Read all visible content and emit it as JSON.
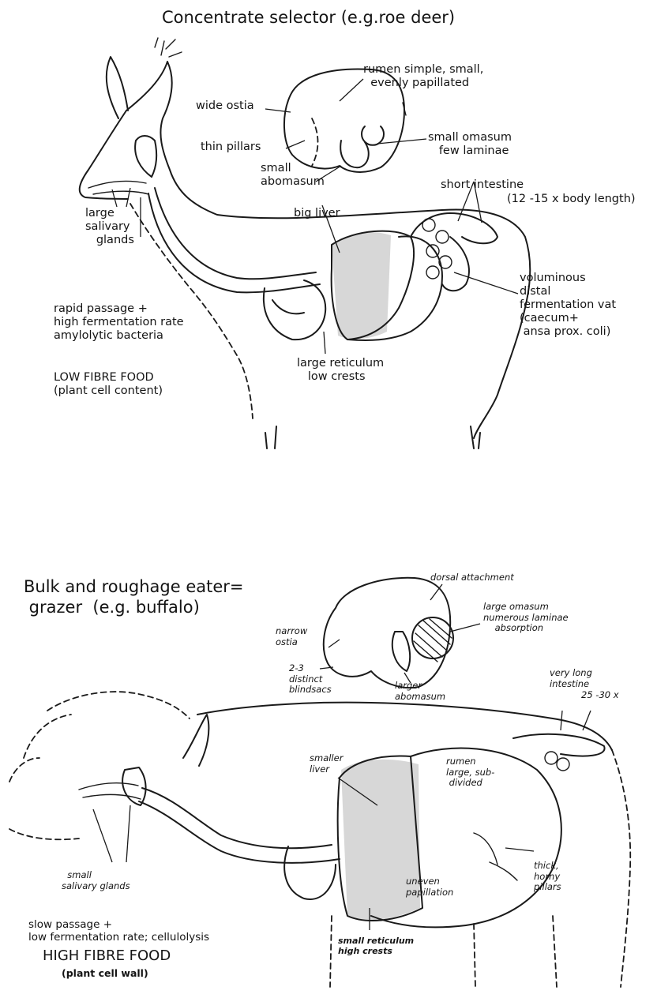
{
  "colors": {
    "ink": "#1a1a1a",
    "paper": "#ffffff",
    "stipple": "#c9c9c9"
  },
  "top": {
    "title": "Concentrate selector (e.g.roe deer)",
    "labels": {
      "rumen": "rumen simple, small,\n  evenly papillated",
      "wide_ostia": "wide ostia",
      "thin_pillars": "thin pillars",
      "small_omasum": "small omasum\n   few laminae",
      "small_abomasum": "small\nabomasum",
      "short_intestine": "short intestine",
      "intestine_ratio": "(12 -15 x body length)",
      "salivary": "large\nsalivary\n   glands",
      "big_liver": "big liver",
      "distal_vat": "voluminous\ndistal\nfermentation vat\n(caecum+\n ansa prox. coli)",
      "passage": "rapid passage +\nhigh fermentation rate\namylolytic bacteria",
      "reticulum": "large reticulum\n   low crests",
      "food": "LOW FIBRE FOOD\n(plant cell content)"
    }
  },
  "bottom": {
    "title": "Bulk and roughage eater=\n grazer  (e.g. buffalo)",
    "labels": {
      "dorsal": "dorsal attachment",
      "large_omasum": "large omasum\nnumerous laminae\n    absorption",
      "narrow_ostia": "narrow\nostia",
      "blindsacs": "2-3\ndistinct\nblindsacs",
      "larger_abomasum": "larger\nabomasum",
      "long_intestine": "very long\nintestine",
      "intestine_ratio": "25 -30 x",
      "smaller_liver": "smaller\nliver",
      "rumen": "rumen\nlarge, sub-\n divided",
      "salivary": "  small\nsalivary glands",
      "papillation": "uneven\npapillation",
      "pillars": "thick,\nhorny\npillars",
      "passage": "slow passage +\nlow fermentation rate; cellulolysis",
      "food": "HIGH FIBRE FOOD",
      "food_sub": "(plant cell wall)",
      "reticulum": "small reticulum\nhigh crests"
    }
  }
}
